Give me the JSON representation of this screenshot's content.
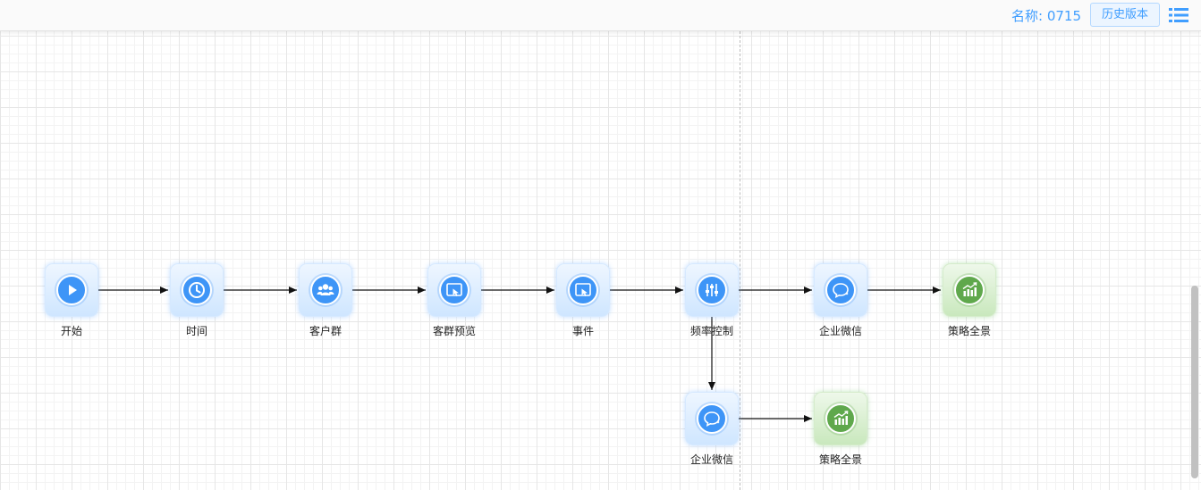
{
  "header": {
    "name_label": "名称: 0715",
    "history_button": "历史版本",
    "menu_icon": "list-icon"
  },
  "colors": {
    "accent": "#409eff",
    "node_blue": "#3e95f7",
    "node_green": "#5fa84c"
  },
  "flow": {
    "nodes": [
      {
        "id": "start",
        "label": "开始",
        "icon": "play-icon",
        "theme": "blue"
      },
      {
        "id": "time",
        "label": "时间",
        "icon": "clock-icon",
        "theme": "blue"
      },
      {
        "id": "customer-group",
        "label": "客户群",
        "icon": "users-icon",
        "theme": "blue"
      },
      {
        "id": "group-preview",
        "label": "客群预览",
        "icon": "touch-screen-icon",
        "theme": "blue"
      },
      {
        "id": "event",
        "label": "事件",
        "icon": "touch-screen-icon",
        "theme": "blue"
      },
      {
        "id": "frequency-control",
        "label": "频率控制",
        "icon": "sliders-icon",
        "theme": "blue"
      },
      {
        "id": "wecom-1",
        "label": "企业微信",
        "icon": "chat-bubble-icon",
        "theme": "blue"
      },
      {
        "id": "strategy-1",
        "label": "策略全景",
        "icon": "bar-chart-trend-icon",
        "theme": "green"
      },
      {
        "id": "wecom-2",
        "label": "企业微信",
        "icon": "chat-bubble-icon",
        "theme": "blue"
      },
      {
        "id": "strategy-2",
        "label": "策略全景",
        "icon": "bar-chart-trend-icon",
        "theme": "green"
      }
    ],
    "edges": [
      {
        "from": "start",
        "to": "time"
      },
      {
        "from": "time",
        "to": "customer-group"
      },
      {
        "from": "customer-group",
        "to": "group-preview"
      },
      {
        "from": "group-preview",
        "to": "event"
      },
      {
        "from": "event",
        "to": "frequency-control"
      },
      {
        "from": "frequency-control",
        "to": "wecom-1"
      },
      {
        "from": "wecom-1",
        "to": "strategy-1"
      },
      {
        "from": "frequency-control",
        "to": "wecom-2"
      },
      {
        "from": "wecom-2",
        "to": "strategy-2"
      }
    ]
  }
}
